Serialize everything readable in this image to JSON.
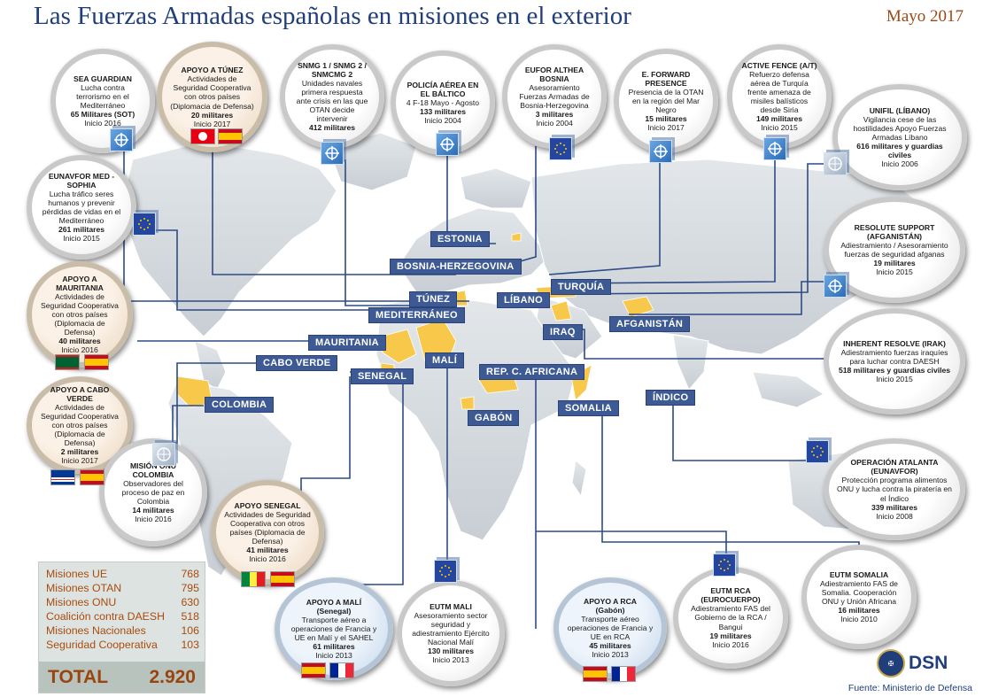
{
  "header": {
    "title": "Las Fuerzas Armadas españolas en misiones en el exterior",
    "date": "Mayo 2017"
  },
  "country_labels": {
    "estonia": "ESTONIA",
    "bosnia": "BOSNIA-HERZEGOVINA",
    "tunez": "TÚNEZ",
    "libano": "LÍBANO",
    "turquia": "TURQUÍA",
    "mediterraneo": "MEDITERRÁNEO",
    "afganistan": "AFGANISTÁN",
    "mauritania": "MAURITANIA",
    "irak": "IRAQ",
    "cabo_verde": "CABO VERDE",
    "mali": "MALÍ",
    "senegal": "SENEGAL",
    "rca": "REP. C. AFRICANA",
    "colombia": "COLOMBIA",
    "gabon": "GABÓN",
    "somalia": "SOMALIA",
    "indico": "ÍNDICO"
  },
  "missions": {
    "sea_guardian": {
      "title": "SEA GUARDIAN",
      "lines": [
        "Lucha contra terrorismo en el Mediterráneo"
      ],
      "troops": "65 Militares (SOT)",
      "start": "Inicio 2016",
      "icon": "nato-icon"
    },
    "apoyo_tunez": {
      "title": "APOYO A TÚNEZ",
      "lines": [
        "Actividades de Seguridad Cooperativa con otros países (Diplomacia de Defensa)"
      ],
      "troops": "20 militares",
      "start": "Inicio 2017"
    },
    "snmg": {
      "title": "SNMG 1 / SNMG 2 / SNMCMG 2",
      "lines": [
        "Unidades navales primera respuesta ante crisis en las que OTAN decide intervenir"
      ],
      "troops": "412 militares",
      "start": "",
      "icon": "nato-icon"
    },
    "policia_aerea": {
      "title": "POLICÍA AÉREA EN EL BÁLTICO",
      "lines": [
        "4 F-18 Mayo - Agosto"
      ],
      "troops": "133 militares",
      "start": "Inicio 2004",
      "icon": "nato-icon"
    },
    "eufor_althea": {
      "title": "EUFOR ALTHEA BOSNIA",
      "lines": [
        "Asesoramiento Fuerzas Armadas de Bosnia-Herzegovina"
      ],
      "troops": "3 militares",
      "start": "Inicio 2004",
      "icon": "eu-icon"
    },
    "forward_presence": {
      "title": "E. FORWARD PRESENCE",
      "lines": [
        "Presencia de la OTAN en la región del Mar Negro"
      ],
      "troops": "15 militares",
      "start": "Inicio 2017",
      "icon": "nato-icon"
    },
    "active_fence": {
      "title": "ACTIVE FENCE (A/T)",
      "lines": [
        "Refuerzo defensa aérea de Turquía frente amenaza de misiles balísticos desde Siria"
      ],
      "troops": "149 militares",
      "start": "Inicio 2015",
      "icon": "nato-icon"
    },
    "unifil": {
      "title": "UNIFIL (LÍBANO)",
      "lines": [
        "Vigilancia cese de las hostilidades Apoyo Fuerzas Armadas Líbano"
      ],
      "troops": "616 militares y guardias civiles",
      "start": "Inicio 2006",
      "icon": "un-icon"
    },
    "eunavfor_med": {
      "title": "EUNAVFOR MED - SOPHIA",
      "lines": [
        "Lucha tráfico seres humanos y prevenir pérdidas de vidas en el Mediterráneo"
      ],
      "troops": "261 militares",
      "start": "Inicio 2015",
      "icon": "eu-icon"
    },
    "resolute_support": {
      "title": "RESOLUTE SUPPORT (AFGANISTÁN)",
      "lines": [
        "Adiestramiento / Asesoramiento fuerzas de seguridad afganas"
      ],
      "troops": "19 militares",
      "start": "Inicio 2015",
      "icon": "nato-icon"
    },
    "apoyo_mauritania": {
      "title": "APOYO A MAURITANIA",
      "lines": [
        "Actividades de Seguridad Cooperativa con otros países (Diplomacia de Defensa)"
      ],
      "troops": "40 militares",
      "start": "Inicio 2016"
    },
    "inherent_resolve": {
      "title": "INHERENT RESOLVE (IRAK)",
      "lines": [
        "Adiestramiento fuerzas iraquíes para luchar contra DAESH"
      ],
      "troops": "518 militares y guardias civiles",
      "start": "Inicio 2015"
    },
    "apoyo_cabo_verde": {
      "title": "APOYO A CABO VERDE",
      "lines": [
        "Actividades de Seguridad Cooperativa con otros países (Diplomacia de Defensa)"
      ],
      "troops": "2 militares",
      "start": "Inicio 2017"
    },
    "mision_colombia": {
      "title": "MISIÓN ONU COLOMBIA",
      "lines": [
        "Observadores del proceso de paz en Colombia"
      ],
      "troops": "14 militares",
      "start": "Inicio 2016",
      "icon": "un-icon"
    },
    "apoyo_senegal": {
      "title": "APOYO SENEGAL",
      "lines": [
        "Actividades de Seguridad Cooperativa con otros países (Diplomacia de Defensa)"
      ],
      "troops": "41 militares",
      "start": "Inicio 2016"
    },
    "apoyo_mali": {
      "title": "APOYO A MALÍ",
      "lines": [
        "(Senegal)",
        "Transporte aéreo a operaciones de Francia y UE en Malí y el SAHEL"
      ],
      "troops": "61 militares",
      "start": "Inicio 2013"
    },
    "eutm_mali": {
      "title": "EUTM MALI",
      "lines": [
        "Asesoramiento sector seguridad y adiestramiento Ejército Nacional Malí"
      ],
      "troops": "130 militares",
      "start": "Inicio 2013",
      "icon": "eu-icon"
    },
    "apoyo_rca": {
      "title": "APOYO A RCA",
      "lines": [
        "(Gabón)",
        "Transporte aéreo operaciones de Francia y UE en RCA"
      ],
      "troops": "45 militares",
      "start": "Inicio 2013"
    },
    "eutm_rca": {
      "title": "EUTM RCA (EUROCUERPO)",
      "lines": [
        "Adiestramiento FAS del Gobierno de la RCA / Bangui"
      ],
      "troops": "19 militares",
      "start": "Inicio 2016",
      "icon": "eu-icon"
    },
    "atalanta": {
      "title": "OPERACIÓN ATALANTA (EUNAVFOR)",
      "lines": [
        "Protección programa alimentos ONU y lucha contra la piratería en el Índico"
      ],
      "troops": "339 militares",
      "start": "Inicio 2008",
      "icon": "eu-icon"
    },
    "eutm_somalia": {
      "title": "EUTM SOMALIA",
      "lines": [
        "Adiestramiento FAS de Somalia. Cooperación ONU y Unión Africana"
      ],
      "troops": "16 militares",
      "start": "Inicio 2010"
    }
  },
  "flags": {
    "tunisia": {
      "colors": [
        "#e70013",
        "#ffffff"
      ]
    },
    "spain": {
      "colors": [
        "#c60b1e",
        "#ffc400"
      ]
    },
    "mauritania": {
      "colors": [
        "#006233",
        "#ffc400",
        "#d01c1f"
      ]
    },
    "cabo_verde": {
      "colors": [
        "#003893",
        "#ffffff",
        "#cf2027"
      ]
    },
    "senegal": {
      "colors": [
        "#00853f",
        "#fdef42",
        "#e31b23"
      ]
    },
    "france": {
      "colors": [
        "#002395",
        "#ffffff",
        "#ed2939"
      ]
    }
  },
  "totals": {
    "rows": [
      {
        "label": "Misiones UE",
        "value": "768"
      },
      {
        "label": "Misiones OTAN",
        "value": "795"
      },
      {
        "label": "Misiones ONU",
        "value": "630"
      },
      {
        "label": "Coalición contra DAESH",
        "value": "518"
      },
      {
        "label": "Misiones Nacionales",
        "value": "106"
      },
      {
        "label": "Seguridad Cooperativa",
        "value": "103"
      }
    ],
    "total_label": "TOTAL",
    "total_value": "2.920"
  },
  "footer": {
    "source": "Fuente: Ministerio de Defensa",
    "logo_text": "DSN"
  },
  "colors": {
    "title": "#1f3e7a",
    "label_bg": "#3d5a94",
    "highlight_country": "#f7c84a",
    "land": "#d4dadf",
    "sea": "#ffffff",
    "connector": "#2d4b86"
  }
}
